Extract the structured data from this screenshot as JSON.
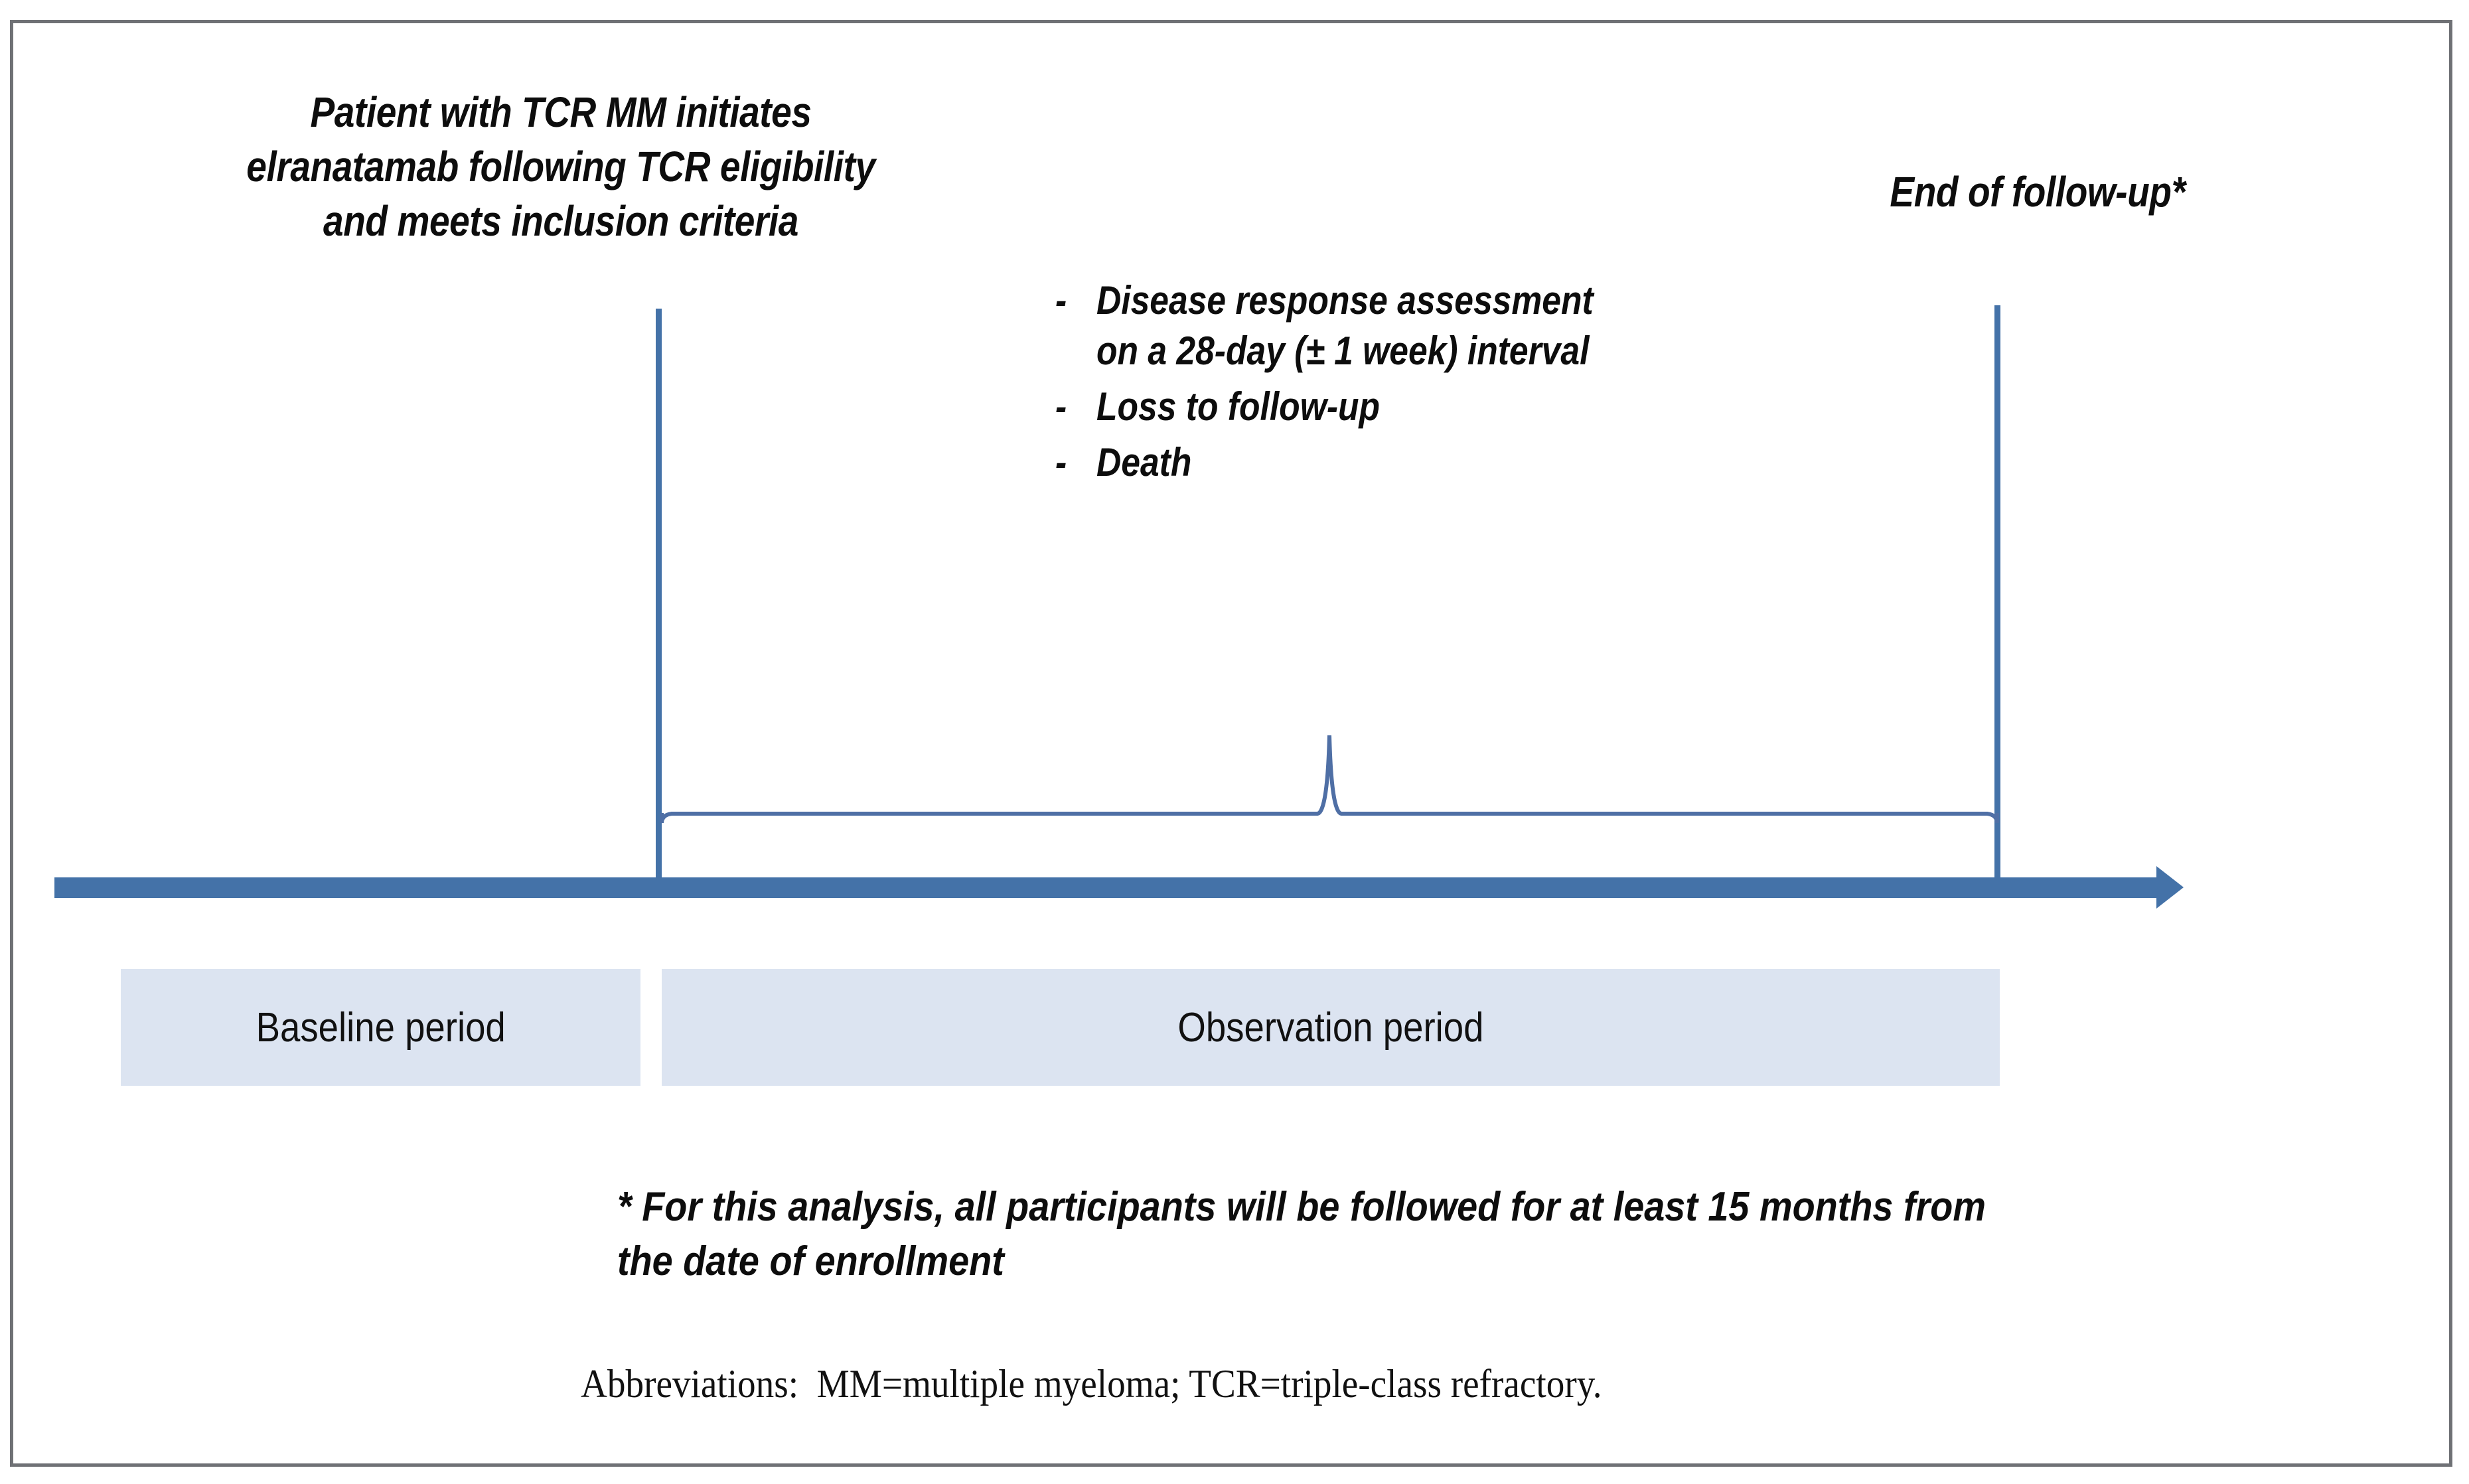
{
  "figure": {
    "type": "study-design-timeline",
    "border_color": "#6f7175",
    "background": "#ffffff"
  },
  "timeline": {
    "axis_color": "#4472a8",
    "brace_color": "#4f6fa5",
    "start_marker_label": "index-date-marker",
    "end_marker_label": "end-of-followup-marker"
  },
  "labels": {
    "start_event": "Patient with TCR MM initiates\nelranatamab following TCR eligibility\nand meets inclusion criteria",
    "end_event": "End of follow-up*"
  },
  "observation_events": {
    "bullets": [
      {
        "dash": "-",
        "text": "Disease response  assessment\non a 28-day (± 1 week) interval"
      },
      {
        "dash": "-",
        "text": "Loss to follow-up"
      },
      {
        "dash": "-",
        "text": "Death"
      }
    ]
  },
  "periods": {
    "bar_color": "#dce4f1",
    "items": [
      {
        "label": "Baseline period"
      },
      {
        "label": "Observation period"
      }
    ]
  },
  "footnote": "* For this analysis, all participants will be followed for at least 15 months from the date of enrollment",
  "abbreviations": "Abbreviations:  MM=multiple myeloma; TCR=triple-class refractory."
}
